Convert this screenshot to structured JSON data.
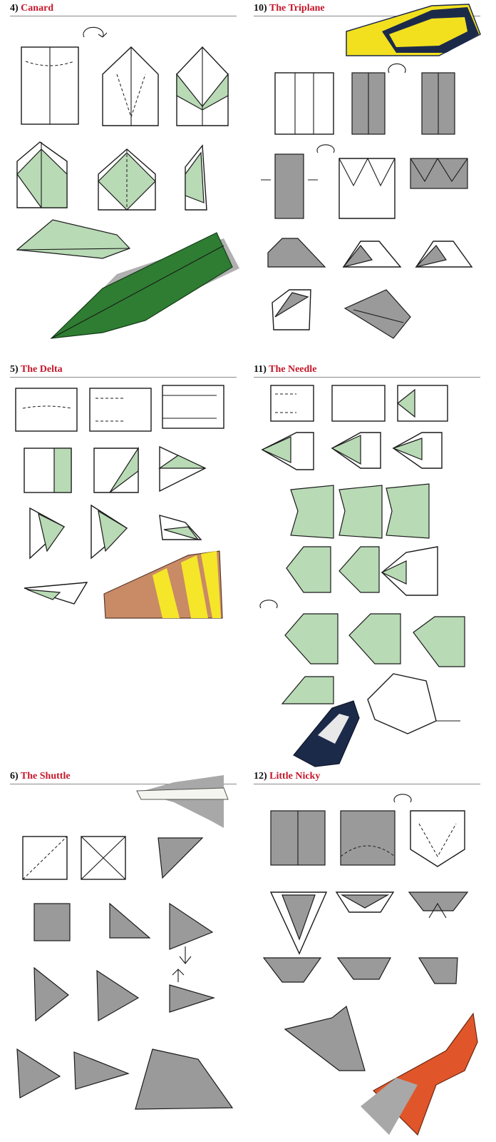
{
  "sections": [
    {
      "number": "4)",
      "title": "Canard"
    },
    {
      "number": "10)",
      "title": "The Triplane"
    },
    {
      "number": "5)",
      "title": "The Delta"
    },
    {
      "number": "11)",
      "title": "The Needle"
    },
    {
      "number": "6)",
      "title": "The Shuttle"
    },
    {
      "number": "12)",
      "title": "Little Nicky"
    }
  ],
  "colors": {
    "title_red": "#c5172a",
    "fold_green": "#b8dab5",
    "fold_gray": "#9a9a9a",
    "canard_plane": "#2e7d32",
    "triplane_yellow": "#f2e01f",
    "triplane_navy": "#1c2a4a",
    "delta_brown": "#c98a66",
    "delta_yellow": "#f5e62a",
    "nicky_orange": "#e0562a"
  },
  "icons": [
    "turn-over-icon",
    "fold-arrow-icon",
    "valley-fold-icon"
  ]
}
